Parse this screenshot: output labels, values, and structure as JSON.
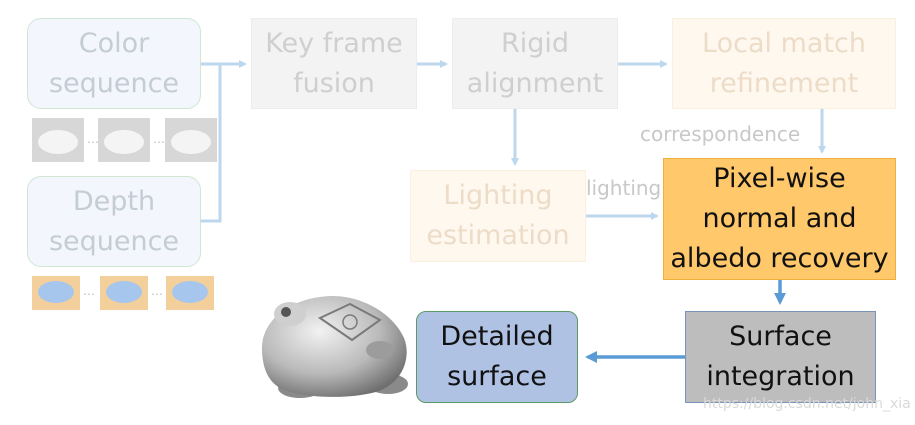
{
  "nodes": {
    "color_sequence": "Color\nsequence",
    "depth_sequence": "Depth\nsequence",
    "key_frame_fusion": "Key frame\nfusion",
    "rigid_alignment": "Rigid\nalignment",
    "local_match_refinement": "Local match\nrefinement",
    "lighting_estimation": "Lighting\nestimation",
    "pixel_wise_recovery": "Pixel-wise\nnormal and\nalbedo recovery",
    "surface_integration": "Surface\nintegration",
    "detailed_surface": "Detailed\nsurface"
  },
  "edge_labels": {
    "correspondence": "correspondence",
    "lighting": "lighting"
  },
  "watermark": "https://blog.csdn.net/john_xia",
  "colors": {
    "faded_arrow": "#bdd7ee",
    "active_arrow": "#5b9bd5",
    "pixel_box": "#ffc86a",
    "surface_box": "#bdbdbd",
    "detail_box": "#b0c2e4"
  }
}
